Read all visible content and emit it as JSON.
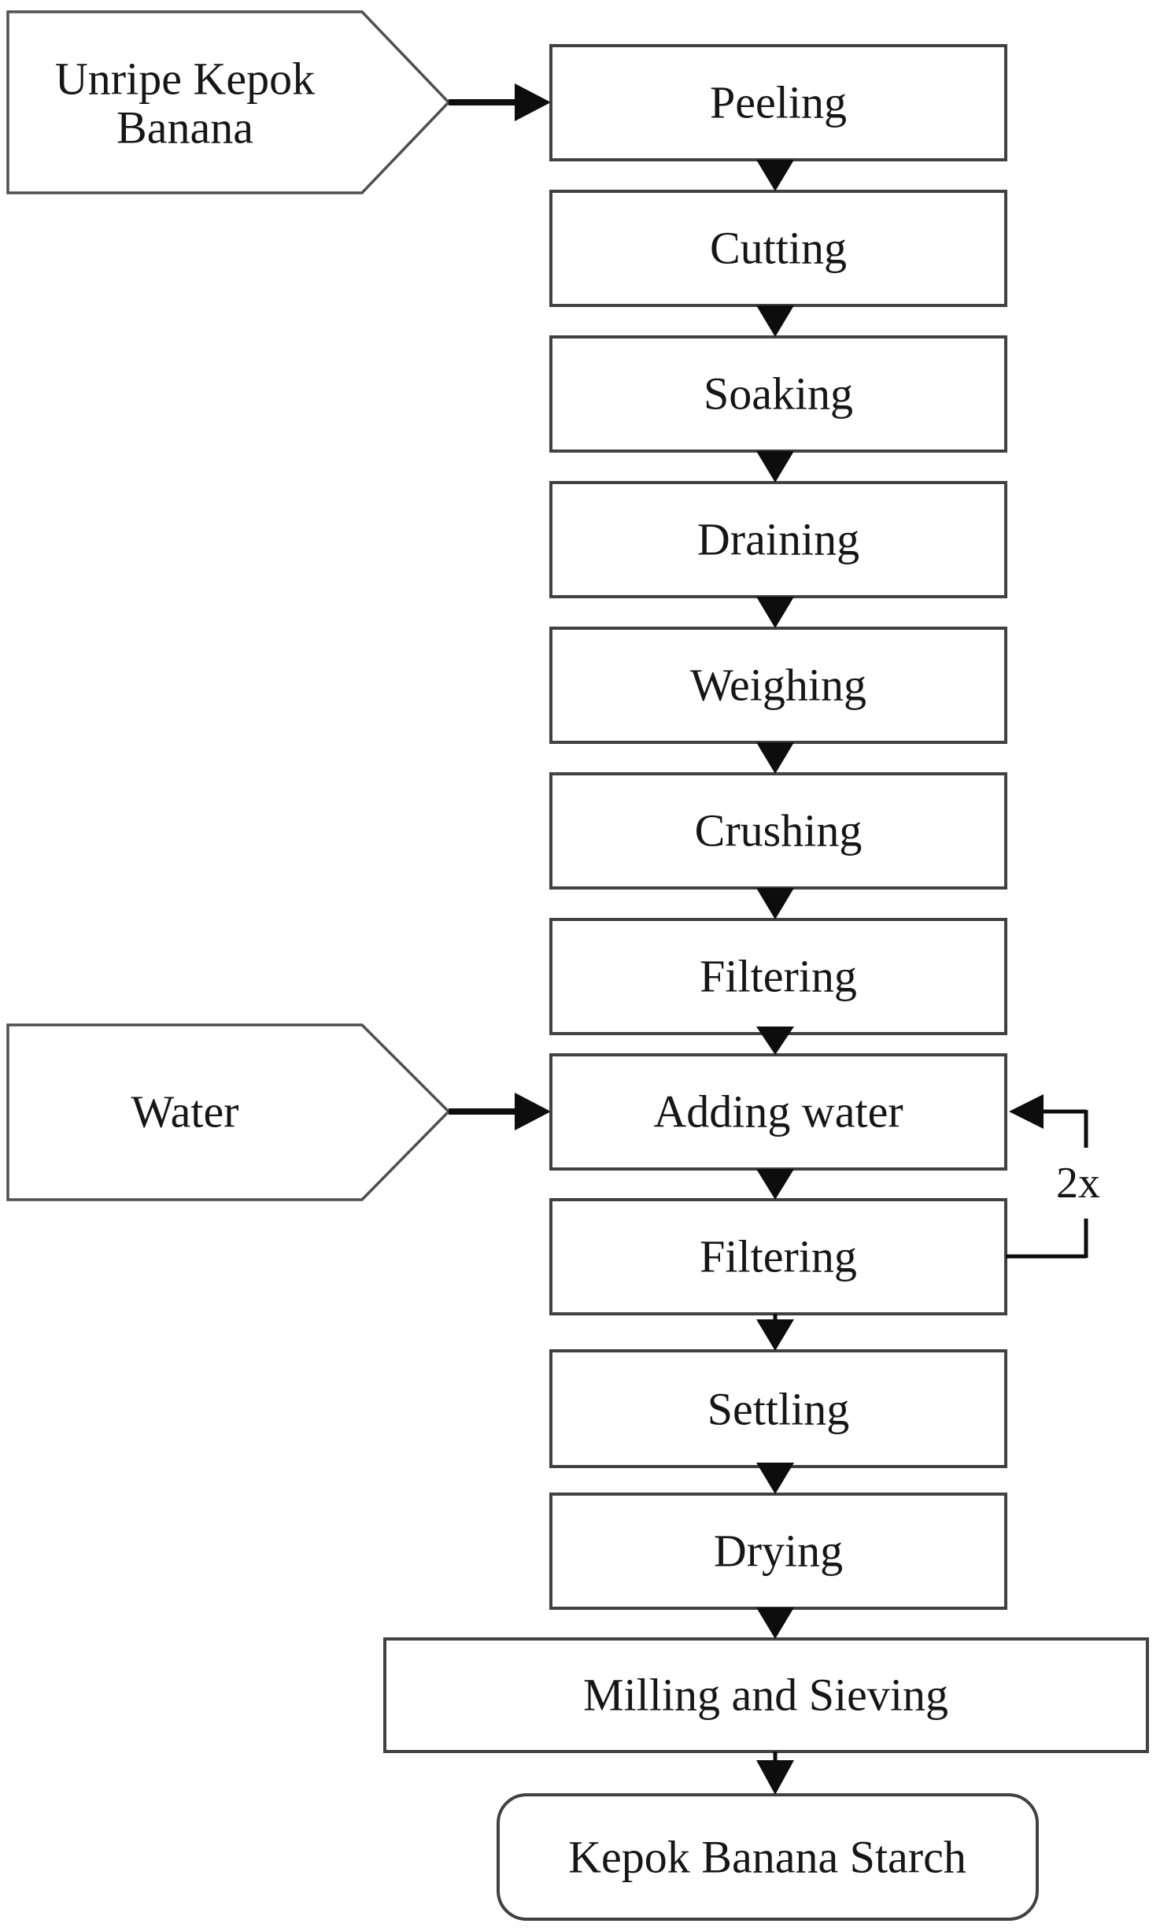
{
  "diagram": {
    "type": "flowchart",
    "inputs": [
      {
        "id": "unripe-kepok-banana",
        "lines": [
          "Unripe Kepok",
          "Banana"
        ],
        "target": "Peeling"
      },
      {
        "id": "water",
        "lines": [
          "Water"
        ],
        "target": "Adding water"
      }
    ],
    "steps": [
      "Peeling",
      "Cutting",
      "Soaking",
      "Draining",
      "Weighing",
      "Crushing",
      "Filtering",
      "Adding water",
      "Filtering",
      "Settling",
      "Drying",
      "Milling and Sieving"
    ],
    "output": "Kepok Banana Starch",
    "loop_label": "2x",
    "edges": [
      {
        "from": "Unripe Kepok Banana",
        "to": "Peeling"
      },
      {
        "from": "Peeling",
        "to": "Cutting"
      },
      {
        "from": "Cutting",
        "to": "Soaking"
      },
      {
        "from": "Soaking",
        "to": "Draining"
      },
      {
        "from": "Draining",
        "to": "Weighing"
      },
      {
        "from": "Weighing",
        "to": "Crushing"
      },
      {
        "from": "Crushing",
        "to": "Filtering"
      },
      {
        "from": "Filtering",
        "to": "Adding water"
      },
      {
        "from": "Water",
        "to": "Adding water"
      },
      {
        "from": "Adding water",
        "to": "Filtering"
      },
      {
        "from": "Filtering",
        "to": "Settling"
      },
      {
        "from": "Settling",
        "to": "Drying"
      },
      {
        "from": "Drying",
        "to": "Milling and Sieving"
      },
      {
        "from": "Milling and Sieving",
        "to": "Kepok Banana Starch"
      },
      {
        "from": "Filtering",
        "to": "Adding water",
        "type": "repeat",
        "label": "2x"
      }
    ],
    "colors": {
      "background": "#ffffff",
      "box_border": "#414141",
      "pentagon_border": "#4f4f4f",
      "arrow": "#0d0d0d",
      "text": "#161616"
    }
  }
}
